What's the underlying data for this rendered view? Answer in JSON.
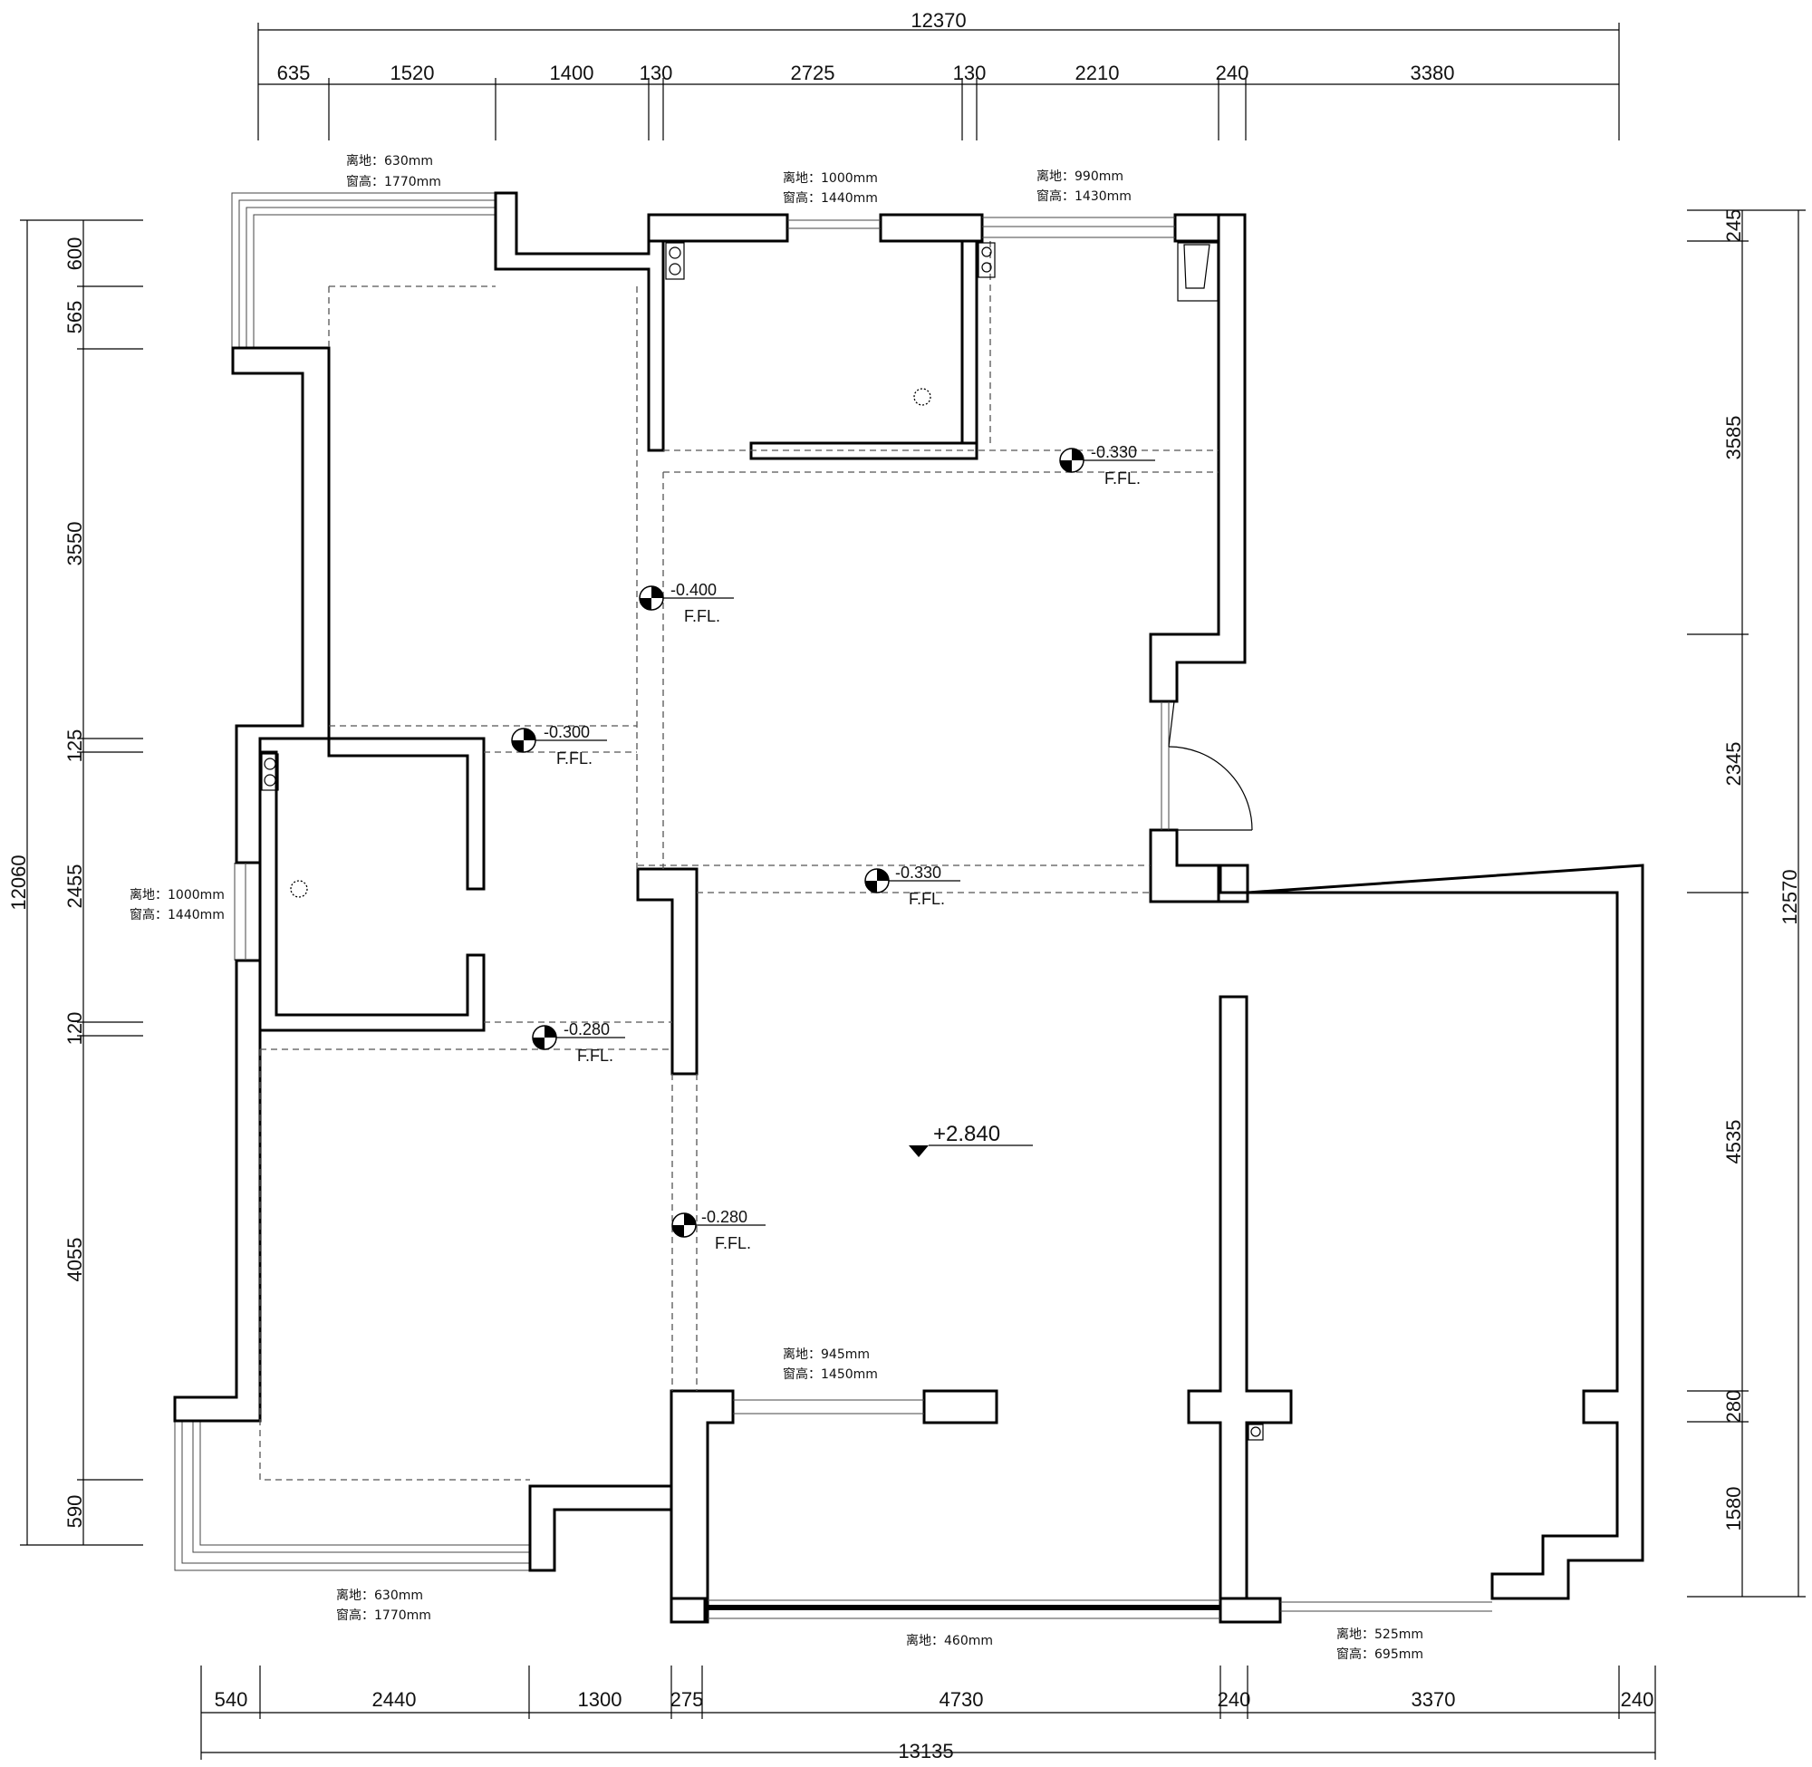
{
  "dimensions": {
    "top_total": "12370",
    "top_segments": [
      "635",
      "1520",
      "1400",
      "130",
      "2725",
      "130",
      "2210",
      "240",
      "3380"
    ],
    "bottom_total": "13135",
    "bottom_segments": [
      "540",
      "2440",
      "1300",
      "275",
      "4730",
      "240",
      "3370",
      "240"
    ],
    "left_total": "12060",
    "left_segments": [
      "600",
      "565",
      "3550",
      "125",
      "2455",
      "120",
      "4055",
      "590"
    ],
    "right_total": "12570",
    "right_segments": [
      "245",
      "3585",
      "2345",
      "4535",
      "280",
      "1580"
    ]
  },
  "window_notes": {
    "top_left": {
      "sill": "离地：630mm",
      "height": "窗高：1770mm"
    },
    "top_mid": {
      "sill": "离地：1000mm",
      "height": "窗高：1440mm"
    },
    "top_right": {
      "sill": "离地：990mm",
      "height": "窗高：1430mm"
    },
    "left_mid": {
      "sill": "离地：1000mm",
      "height": "窗高：1440mm"
    },
    "inner_bottom": {
      "sill": "离地：945mm",
      "height": "窗高：1450mm"
    },
    "bottom_left": {
      "sill": "离地：630mm",
      "height": "窗高：1770mm"
    },
    "bottom_mid": {
      "sill": "离地：460mm"
    },
    "bottom_right": {
      "sill": "离地：525mm",
      "height": "窗高：695mm"
    }
  },
  "levels": {
    "kitchen": {
      "value": "-0.330",
      "tag": "F.FL."
    },
    "corridor": {
      "value": "-0.400",
      "tag": "F.FL."
    },
    "bath_upper": {
      "value": "-0.300",
      "tag": "F.FL."
    },
    "entry": {
      "value": "-0.330",
      "tag": "F.FL."
    },
    "bath_lower": {
      "value": "-0.280",
      "tag": "F.FL."
    },
    "living_west": {
      "value": "-0.280",
      "tag": "F.FL."
    },
    "ceiling": {
      "value": "+2.840"
    }
  }
}
